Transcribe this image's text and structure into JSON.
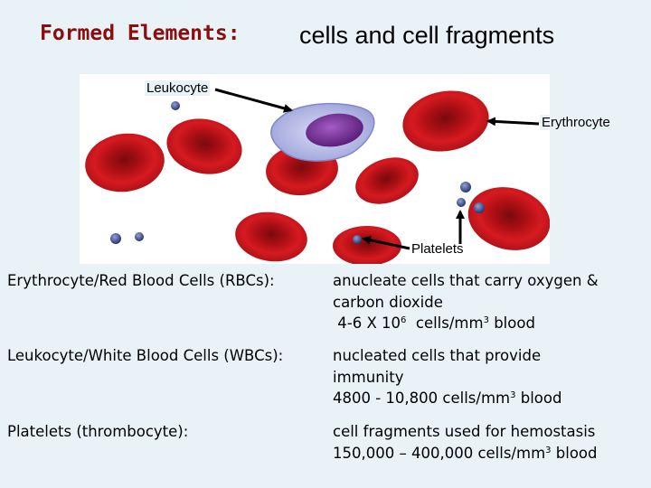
{
  "title": {
    "heading": "Formed Elements",
    "colon": ":",
    "subtitle": "cells and cell fragments"
  },
  "figure": {
    "labels": {
      "leukocyte": "Leukocyte",
      "erythrocyte": "Erythrocyte",
      "platelets": "Platelets"
    }
  },
  "rows": [
    {
      "term": "Erythrocyte/Red Blood Cells (RBCs):",
      "lines": [
        "anucleate cells that carry oxygen &",
        "carbon dioxide"
      ],
      "count_prefix": "4-6 X 10",
      "count_exp": "6",
      "count_mid": "cells/mm",
      "count_unit_exp": "3",
      "count_suffix": "blood"
    },
    {
      "term": "Leukocyte/White Blood Cells (WBCs):",
      "lines": [
        "nucleated cells that provide",
        "immunity"
      ],
      "count_prefix": "4800 - 10,800 cells/mm",
      "count_unit_exp": "3",
      "count_suffix": "blood"
    },
    {
      "term": "Platelets (thrombocyte):",
      "lines": [
        "cell fragments used for hemostasis"
      ],
      "count_prefix": "150,000 – 400,000 cells/mm",
      "count_unit_exp": "3",
      "count_suffix": "blood"
    }
  ],
  "colors": {
    "background": "#e8f2f7",
    "heading": "#8b0e0e",
    "rbc": "#c8161c",
    "wbc_cytoplasm": "#b9bde8",
    "wbc_nucleus": "#6b2a8c",
    "platelet": "#3a4c8c"
  }
}
